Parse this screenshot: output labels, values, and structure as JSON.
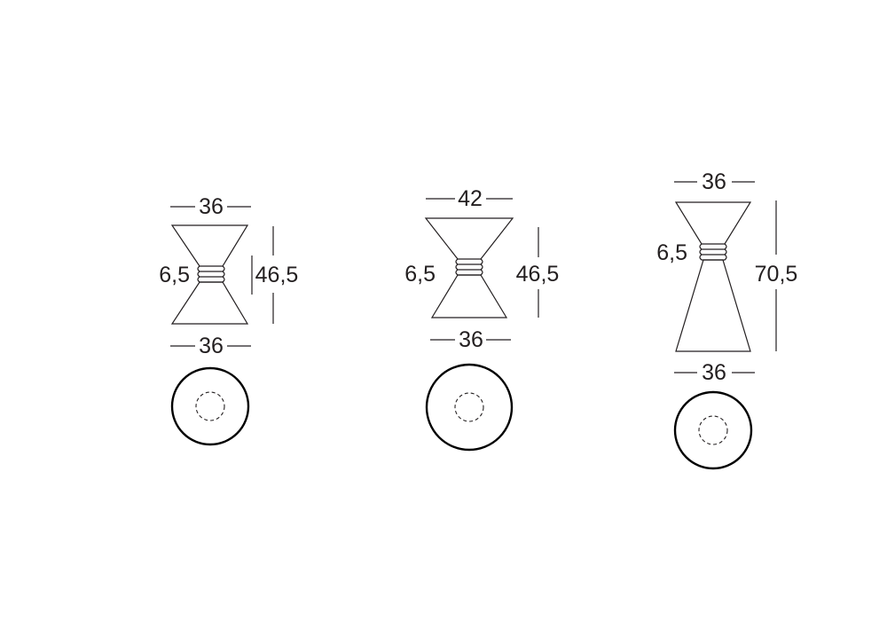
{
  "products": [
    {
      "top_width": "36",
      "neck_height": "6,5",
      "total_height": "46,5",
      "base_width": "36"
    },
    {
      "top_width": "42",
      "neck_height": "6,5",
      "total_height": "46,5",
      "base_width": "36"
    },
    {
      "top_width": "36",
      "neck_height": "6,5",
      "total_height": "70,5",
      "base_width": "36"
    }
  ],
  "colors": {
    "line": "#231f20"
  }
}
